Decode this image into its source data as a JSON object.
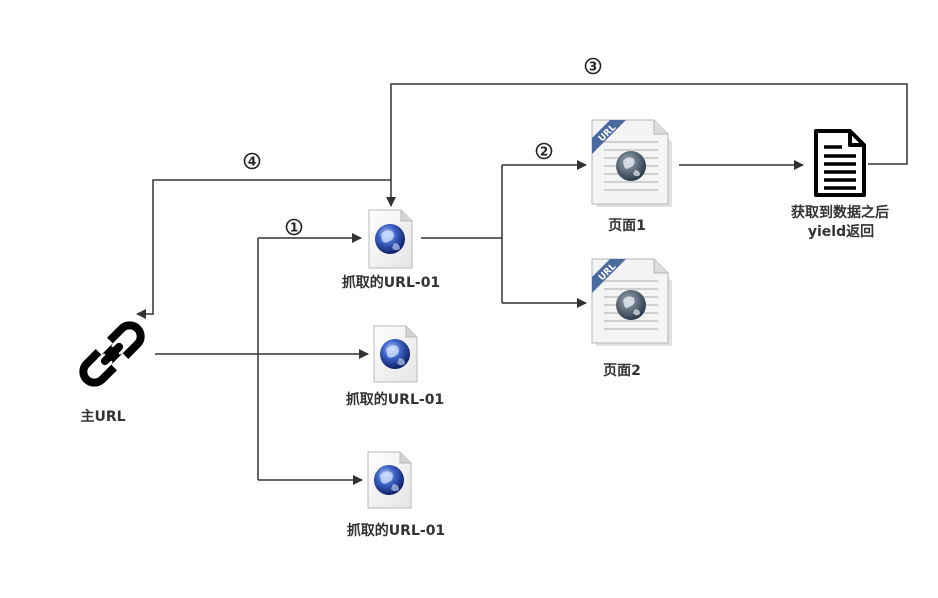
{
  "labels": {
    "main_url": "主URL",
    "crawled_url_1": "抓取的URL-01",
    "crawled_url_2": "抓取的URL-01",
    "crawled_url_3": "抓取的URL-01",
    "page_1": "页面1",
    "page_2": "页面2",
    "result_line1": "获取到数据之后",
    "result_line2": "yield返回"
  },
  "steps": {
    "step1": "1",
    "step2": "2",
    "step3": "3",
    "step4": "4"
  },
  "badge": "URL",
  "colors": {
    "line": "#333333",
    "globe": "#2a4aa8",
    "badge": "#4a6aa0"
  }
}
